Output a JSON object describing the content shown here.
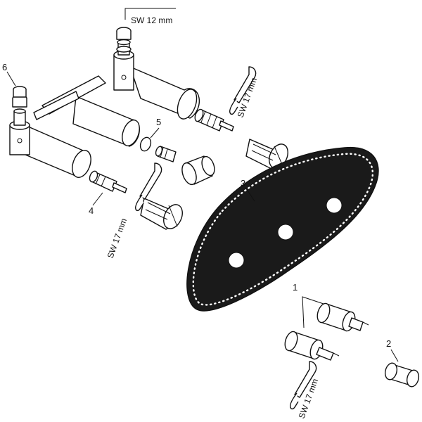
{
  "callouts": {
    "c1": "1",
    "c2": "2",
    "c3": "3",
    "c4": "4",
    "c5": "5",
    "c6": "6"
  },
  "wrench_labels": {
    "top": "SW 12 mm",
    "right": "SW 17 mm",
    "left": "SW 17 mm",
    "bottom": "SW 17 mm"
  },
  "colors": {
    "line": "#111111",
    "plate": "#1a1a1a",
    "background": "#ffffff"
  }
}
